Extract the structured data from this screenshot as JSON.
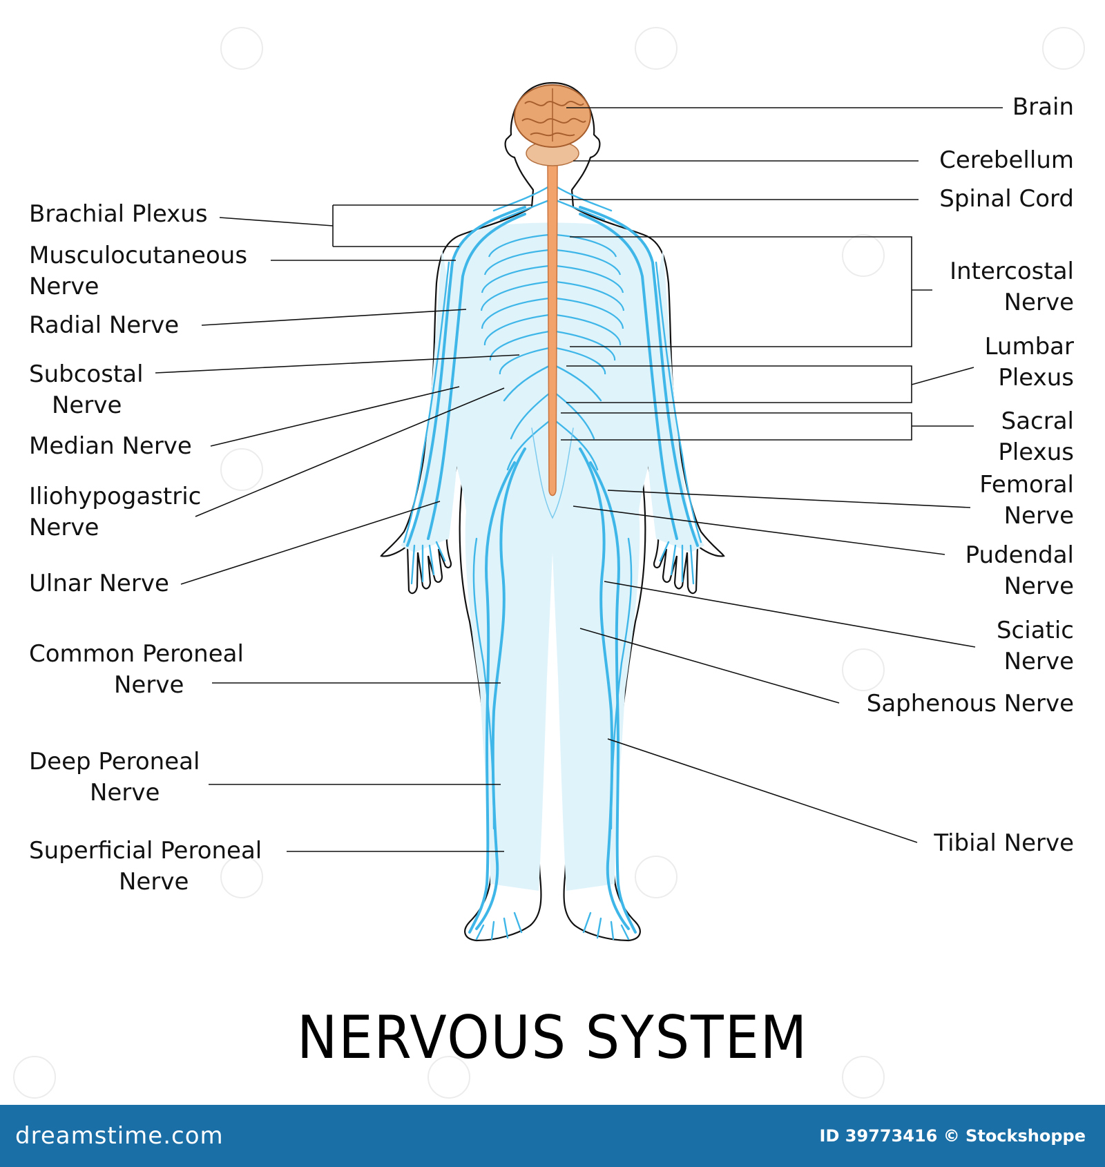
{
  "title": "NERVOUS SYSTEM",
  "labels_left": {
    "brachial_plexus": [
      "Brachial Plexus"
    ],
    "musculocutaneous_nerve": [
      "Musculocutaneous",
      "Nerve"
    ],
    "radial_nerve": [
      "Radial Nerve"
    ],
    "subcostal_nerve": [
      "Subcostal",
      "Nerve"
    ],
    "median_nerve": [
      "Median Nerve"
    ],
    "iliohypogastric_nerve": [
      "Iliohypogastric",
      "Nerve"
    ],
    "ulnar_nerve": [
      "Ulnar Nerve"
    ],
    "common_peroneal_nerve": [
      "Common Peroneal",
      "Nerve"
    ],
    "deep_peroneal_nerve": [
      "Deep Peroneal",
      "Nerve"
    ],
    "superficial_peroneal_nerve": [
      "Superficial Peroneal",
      "Nerve"
    ]
  },
  "labels_right": {
    "brain": [
      "Brain"
    ],
    "cerebellum": [
      "Cerebellum"
    ],
    "spinal_cord": [
      "Spinal Cord"
    ],
    "intercostal_nerve": [
      "Intercostal",
      "Nerve"
    ],
    "lumbar_plexus": [
      "Lumbar",
      "Plexus"
    ],
    "sacral_plexus": [
      "Sacral",
      "Plexus"
    ],
    "femoral_nerve": [
      "Femoral",
      "Nerve"
    ],
    "pudendal_nerve": [
      "Pudendal",
      "Nerve"
    ],
    "sciatic_nerve": [
      "Sciatic",
      "Nerve"
    ],
    "saphenous_nerve": [
      "Saphenous Nerve"
    ],
    "tibial_nerve": [
      "Tibial Nerve"
    ]
  },
  "footer": {
    "site": "dreamstime.com",
    "credit": "ID 39773416 © Stockshoppe"
  },
  "colors": {
    "nerve": "#3fb6e8",
    "spinal_cord": "#f2a36b",
    "brain": "#e9a56f",
    "footer_bar": "#1a6fa6"
  }
}
